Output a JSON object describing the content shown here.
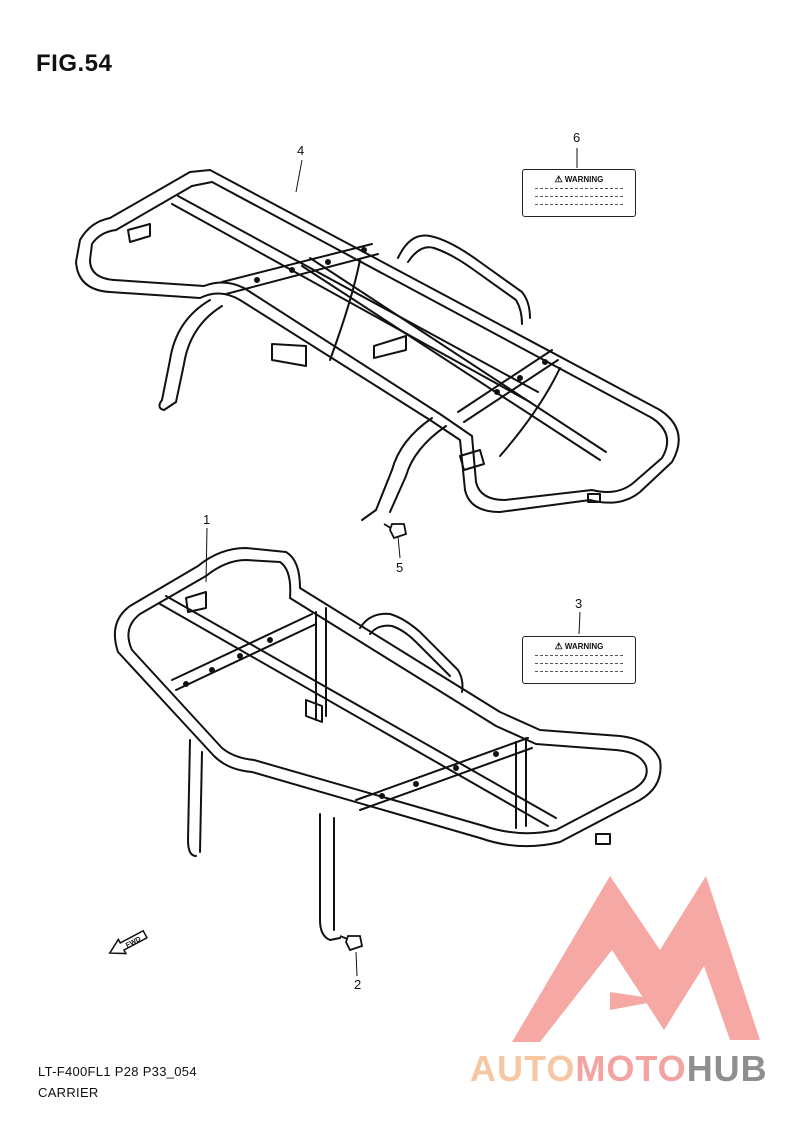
{
  "figure": {
    "title": "FIG.54",
    "footer_code": "LT-F400FL1 P28 P33_054",
    "footer_name": "CARRIER"
  },
  "callouts": {
    "part_1": "1",
    "part_2": "2",
    "part_3": "3",
    "part_4": "4",
    "part_5": "5",
    "part_6": "6"
  },
  "warning_label": {
    "header": "WARNING"
  },
  "fwd_arrow": {
    "text": "FWD",
    "icon": "fwd-arrow-icon"
  },
  "watermark": {
    "part1": "AUTO",
    "part2": "MOTO",
    "part3": "HUB",
    "icon": "triangle-logo-icon",
    "colors": {
      "auto": "#f7c7a4",
      "moto": "#f3a3a0",
      "hub": "#8f8f8f",
      "logo": "#f28b86"
    }
  }
}
